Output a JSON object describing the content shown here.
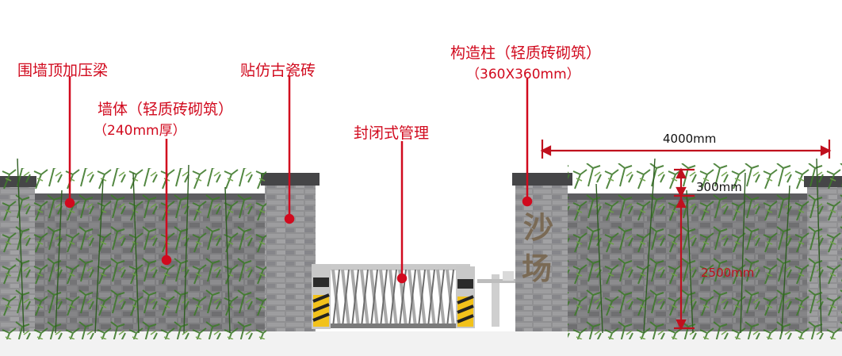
{
  "labels": {
    "coping_beam": "围墙顶加压梁",
    "antique_tile": "贴仿古瓷砖",
    "wall_body": "墙体（轻质砖砌筑）",
    "wall_thickness": "（240mm厚）",
    "gate": "封闭式管理",
    "column": "构造柱（轻质砖砌筑）",
    "column_size": "（360X360mm）"
  },
  "dimensions": {
    "span": "4000mm",
    "coping_height": "300mm",
    "wall_height": "2500mm"
  },
  "sign_text": [
    "沙",
    "场"
  ],
  "colors": {
    "annotation": "#d10a1e",
    "brick": "#7e7e80",
    "column": "#8b8b8d",
    "cap": "#454547",
    "bamboo": "#3f7a2c",
    "sign": "#7a6a55"
  }
}
